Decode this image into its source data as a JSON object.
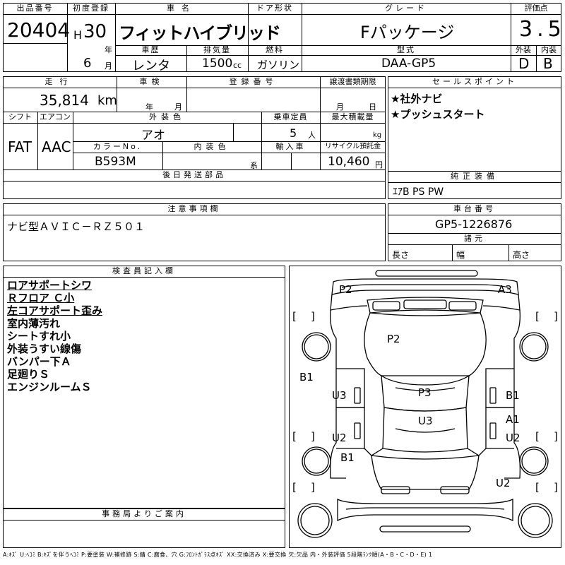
{
  "sheet": {
    "lot": {
      "label": "出品番号",
      "value": "20404"
    },
    "first_reg": {
      "label": "初度登録",
      "era": "H",
      "year": "30",
      "year_unit": "年",
      "month": "6",
      "month_unit": "月"
    },
    "car_name": {
      "label": "車名",
      "value": "フィットハイブリッド"
    },
    "door": {
      "label": "ドア形状",
      "value": ""
    },
    "grade": {
      "label": "グレード",
      "value": "Fパッケージ"
    },
    "score": {
      "label": "評価点",
      "value": "3.5",
      "ext_label": "外装",
      "int_label": "内装",
      "ext": "D",
      "int": "B"
    },
    "history": {
      "label": "車歴",
      "value": "レンタ"
    },
    "displacement": {
      "label": "排気量",
      "value": "1500",
      "unit": "cc"
    },
    "fuel": {
      "label": "燃料",
      "value": "ガソリン"
    },
    "model_type": {
      "label": "型式",
      "value": "DAA-GP5"
    },
    "mileage": {
      "label": "走行",
      "value": "35,814",
      "unit": "km"
    },
    "inspection": {
      "label": "車検",
      "year_unit": "年",
      "month_unit": "月"
    },
    "reg_no": {
      "label": "登録番号",
      "value": ""
    },
    "transfer": {
      "label": "譲渡書類期限",
      "month_unit": "月",
      "day_unit": "日"
    },
    "sales_points": {
      "label": "セールスポイント",
      "items": [
        "★社外ナビ",
        "★プッシュスタート"
      ]
    },
    "shift": {
      "label": "シフト",
      "value": "FAT"
    },
    "aircon": {
      "label": "エアコン",
      "value": "AAC"
    },
    "ext_color": {
      "label": "外装色",
      "value": "アオ"
    },
    "capacity": {
      "label": "乗車定員",
      "value": "5",
      "unit": "人"
    },
    "max_load": {
      "label": "最大積載量",
      "unit": "kg"
    },
    "color_no": {
      "label": "カラーNo.",
      "value": "B593M"
    },
    "int_color": {
      "label": "内装色",
      "unit": "系"
    },
    "import": {
      "label": "輸入車"
    },
    "recycle": {
      "label": "リサイクル預託金",
      "value": "10,460",
      "unit": "円"
    },
    "later_parts": {
      "label": "後日発送部品"
    },
    "equipment": {
      "label": "純正装備",
      "value": "ｴｱB PS PW"
    },
    "notes": {
      "label": "注意事項欄",
      "value": "ナビ型ＡＶＩＣ－ＲＺ５０１"
    },
    "chassis": {
      "label": "車台番号",
      "value": "GP5-1226876"
    },
    "dims": {
      "label": "諸元",
      "length": "長さ",
      "width": "幅",
      "height": "高さ"
    },
    "inspector": {
      "label": "検査員記入欄",
      "items": [
        "ロアサポートシワ",
        "Ｒフロア Ｃ小",
        "左コアサポート歪み",
        "室内薄汚れ",
        "シートすれ小",
        "外装うすい線傷",
        "バンパー下Ａ",
        "足廻りＳ",
        "エンジンルームＳ"
      ]
    },
    "office": {
      "label": "事務局よりご案内"
    },
    "legend": "A:ｷｽﾞ U:ﾍｺﾐ B:ｷｽﾞを伴うﾍｺﾐ P:要塗装 W:補修跡 S:錆 C:腐食、穴 G:ﾌﾛﾝﾄｶﾞﾗｽ点ｷｽﾞ XX:交換済み X:要交換 欠:欠品 内・外装評価 5段階ﾗﾝｸ順(A・B・C・D・E) 1"
  },
  "diagram": {
    "marks": {
      "p2_top": "P2",
      "a3": "A3",
      "p2_roof": "P2",
      "b1_left": "B1",
      "u3_left": "U3",
      "p3": "P3",
      "b1_right": "B1",
      "u3_center": "U3",
      "a1": "A1",
      "u2_left": "U2",
      "u2_right": "U2",
      "b1_lower": "B1",
      "u2_rear": "U2"
    },
    "brackets": {
      "open": "[",
      "close": "]"
    }
  }
}
